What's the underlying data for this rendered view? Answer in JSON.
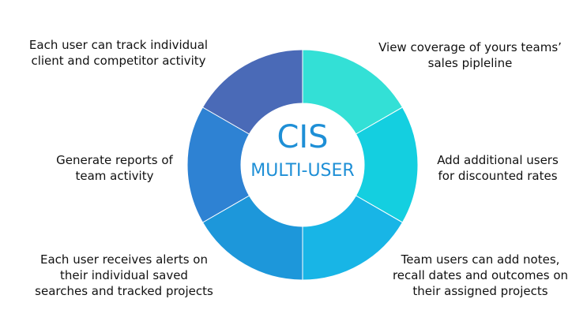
{
  "diagram": {
    "center": {
      "title": "CIS",
      "subtitle": "MULTI-USER"
    },
    "colors": {
      "segment_top_right": "#33e0d6",
      "segment_right": "#14cfe0",
      "segment_bottom_right": "#18b5e6",
      "segment_bottom_left": "#1d97da",
      "segment_left": "#2e82d3",
      "segment_top_left": "#4a6ab7",
      "center_text": "#1e8fd6"
    },
    "segments": [
      {
        "label": "View coverage of yours teams’\nsales pipleline"
      },
      {
        "label": "Add additional users\nfor discounted rates"
      },
      {
        "label": "Team users can add notes,\nrecall dates and outcomes on\ntheir assigned projects"
      },
      {
        "label": "Each user receives alerts on\ntheir individual saved\nsearches and tracked projects"
      },
      {
        "label": "Generate reports of\nteam activity"
      },
      {
        "label": "Each user can track individual\nclient and competitor activity"
      }
    ]
  }
}
